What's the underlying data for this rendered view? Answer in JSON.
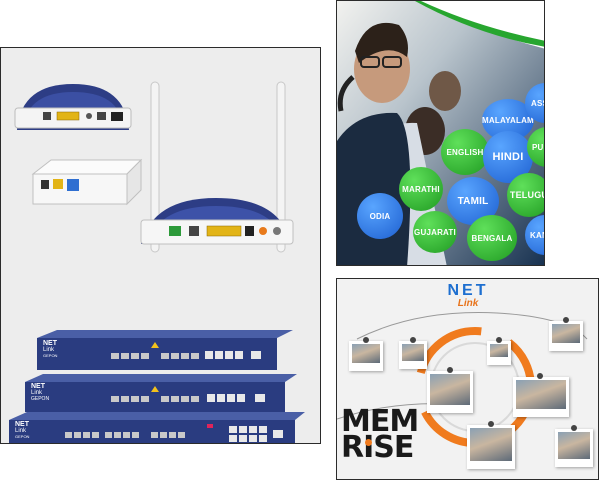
{
  "products_panel": {
    "olt_units": [
      {
        "brand_top": "NET",
        "brand_bottom": "Link",
        "model": "GEPON"
      },
      {
        "brand_top": "NET",
        "brand_bottom": "Link",
        "model": "GEPON"
      },
      {
        "brand_top": "NET",
        "brand_bottom": "Link",
        "model": "GEPON"
      }
    ]
  },
  "callcenter_panel": {
    "languages": [
      "MALAYALAM",
      "ASSAMESE",
      "ENGLISH",
      "HINDI",
      "PUNJABI",
      "MARATHI",
      "TAMIL",
      "TELUGU",
      "ODIA",
      "GUJARATI",
      "BENGALA",
      "KANNADA"
    ]
  },
  "memrise_panel": {
    "logo_top": "NET",
    "logo_bottom": "Link",
    "brand_line1": "MEM",
    "brand_line2": "RISE"
  },
  "colors": {
    "netlink_blue": "#1e6fd0",
    "netlink_orange": "#e8731a",
    "memrise_orange": "#f07b1e",
    "bubble_green": "#2aa82b",
    "bubble_blue": "#2a6fe0",
    "device_navy": "#2d3d85"
  }
}
